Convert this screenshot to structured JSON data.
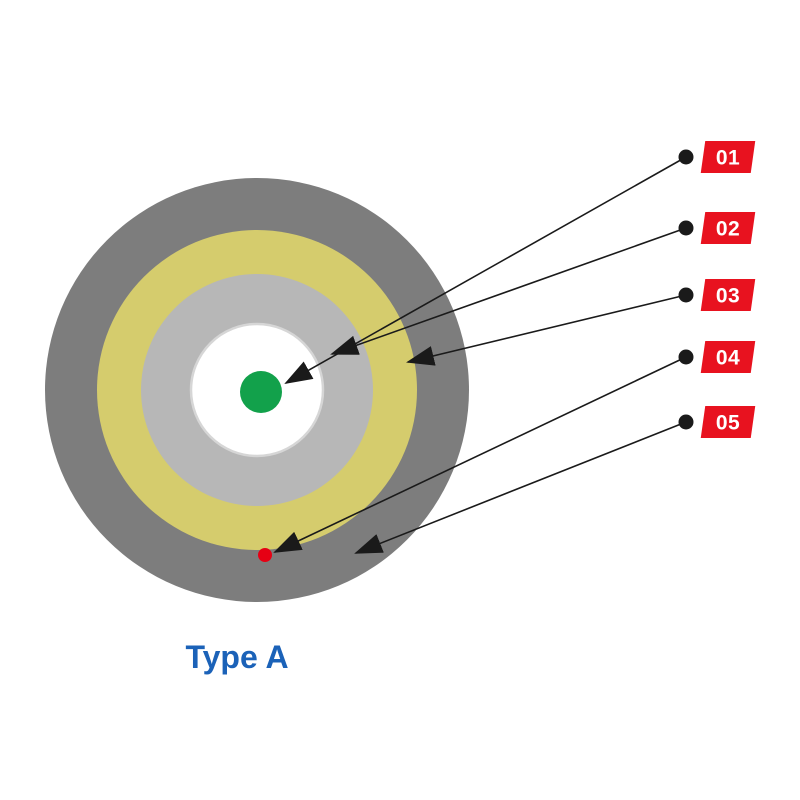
{
  "title": "Type A",
  "callouts": [
    {
      "label": "01"
    },
    {
      "label": "02"
    },
    {
      "label": "03"
    },
    {
      "label": "04"
    },
    {
      "label": "05"
    }
  ],
  "colors": {
    "jacket": "#7d7d7d",
    "strength_member": "#d5cc6d",
    "inner_layer": "#b7b7b7",
    "tube": "#ffffff",
    "tube_border": "#d6d6d6",
    "fiber": "#12a14b",
    "ripcord": "#e60014",
    "tag": "#e8121f",
    "tag_text": "#ffffff",
    "line": "#1a1a1a",
    "title": "#1b62b8"
  }
}
